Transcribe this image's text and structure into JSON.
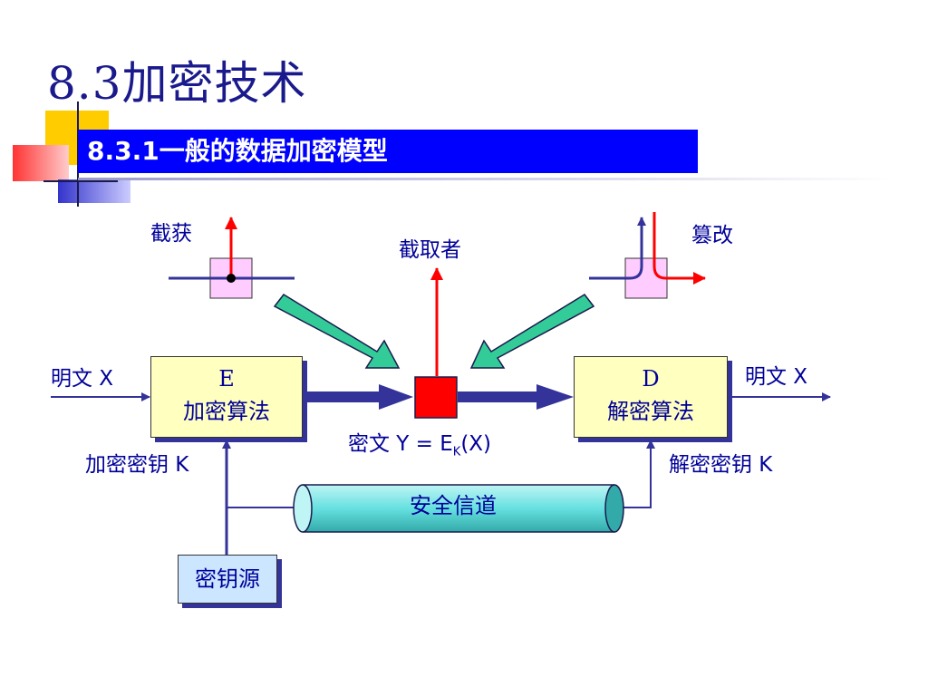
{
  "slide": {
    "title": "8.3加密技术",
    "subtitle": "8.3.1一般的数据加密模型"
  },
  "diagram": {
    "intercept_label": "截获",
    "interceptor_label": "截取者",
    "tamper_label": "篡改",
    "plaintext_in": "明文 X",
    "plaintext_out": "明文 X",
    "encrypt_box": {
      "letter": "E",
      "name": "加密算法"
    },
    "decrypt_box": {
      "letter": "D",
      "name": "解密算法"
    },
    "ciphertext": {
      "prefix": "密文 Y = E",
      "subscript": "K",
      "suffix": "(X)"
    },
    "encrypt_key": "加密密钥 K",
    "decrypt_key": "解密密钥 K",
    "secure_channel": "安全信道",
    "key_source": "密钥源"
  },
  "colors": {
    "title": "#1a1a8c",
    "subtitle_bg": "#0000ff",
    "flow_arrow": "#333399",
    "attack_arrow": "#ff0000",
    "channel": "#66e0e0",
    "algo_box": "#ffffc0",
    "key_box": "#cce6ff",
    "tap_box": "#ffccff"
  }
}
